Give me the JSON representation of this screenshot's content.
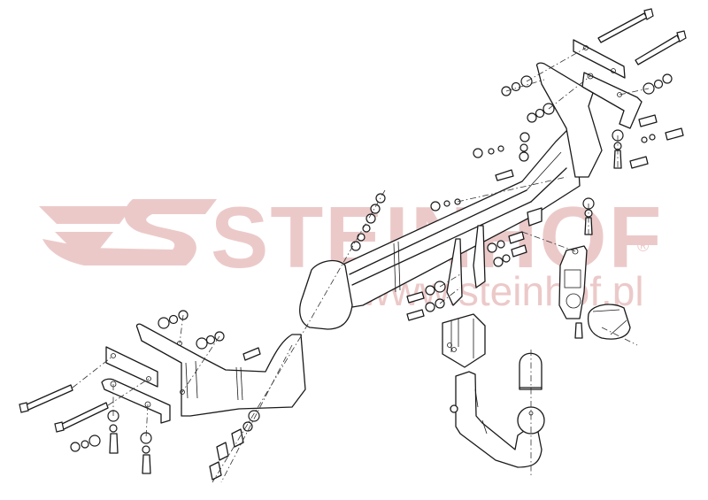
{
  "diagram": {
    "type": "exploded-assembly",
    "subject": "detachable tow bar (towing hitch) assembly",
    "watermark": {
      "brand": "STEINHOF",
      "registered_mark": "®",
      "url": "www.steinhof.pl",
      "color": "#e9c3c3"
    },
    "line_color": "#1a1a1a",
    "background": "#ffffff",
    "components": [
      {
        "id": "crossbar",
        "label": "main crossbar beam"
      },
      {
        "id": "right-mount-bracket",
        "label": "right side mounting bracket"
      },
      {
        "id": "left-mount-bracket",
        "label": "left side mounting bracket"
      },
      {
        "id": "left-lower-plates",
        "label": "left lower clamp plates"
      },
      {
        "id": "right-top-plate",
        "label": "right top clamp plate"
      },
      {
        "id": "receiver-socket",
        "label": "ball-arm receiver socket"
      },
      {
        "id": "ball-arm",
        "label": "removable ball arm"
      },
      {
        "id": "ball-cap",
        "label": "tow ball cap"
      },
      {
        "id": "socket-bracket",
        "label": "electrical socket bracket"
      },
      {
        "id": "electrical-socket",
        "label": "13-pin electrical socket"
      },
      {
        "id": "long-bolts",
        "label": "long through bolts (4)"
      },
      {
        "id": "fasteners",
        "label": "bolts, nuts and washers"
      }
    ]
  }
}
